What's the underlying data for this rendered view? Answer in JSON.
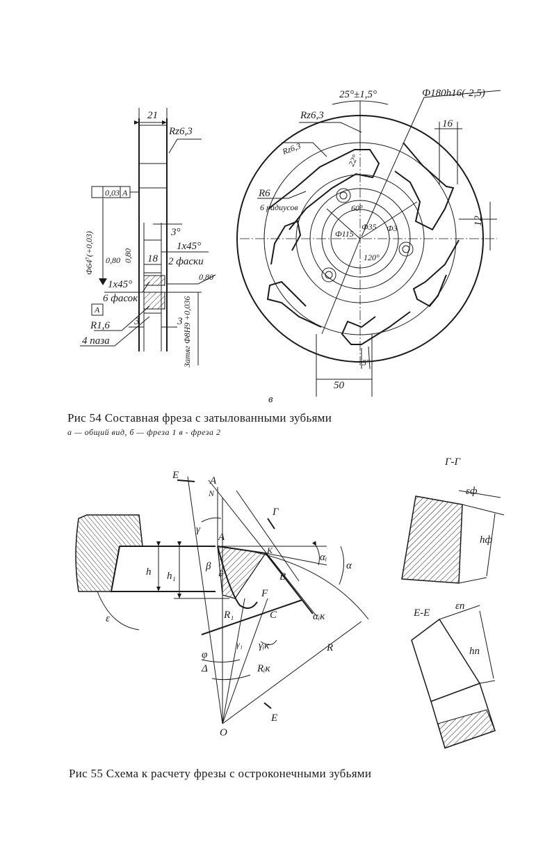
{
  "figure54": {
    "caption": "Рис 54 Составная фреза с затылованными зубьями",
    "subcaption": "а — общий вид, б — фреза 1 в - фреза 2",
    "part_label": "в",
    "side_view": {
      "dim_width": "21",
      "roughness_top": "Rz6,3",
      "tolerance_frame": "0,03",
      "datum_ref": "A",
      "diameter_left": "Ф64⁷(+0,03)",
      "angle": "3°",
      "chamfer_1": "1х45°",
      "chamfer_1_note": "2 фаски",
      "dim_18": "18",
      "r080_a": "0,80",
      "r080_b": "0,80",
      "r080_c": "0,80",
      "chamfer_2": "1х45°",
      "chamfer_2_note": "6 фасок",
      "datum_box": "A",
      "roughness_r16": "R1,6",
      "grooves": "4 паза",
      "dim_3a": "3",
      "dim_3b": "3",
      "bore_note": "Затяг Ф8H9 +0,036"
    },
    "front_view": {
      "angle_top": "25°±1,5°",
      "diameter_outer": "Ф180h16(-2,5)",
      "roughness_a": "Rz6,3",
      "roughness_b": "Rz6,3",
      "dim_16": "16",
      "angle_22": "22°",
      "r6_label": "R6",
      "radius_note": "6 радиусов",
      "dim_12": "12",
      "dim_50": "50",
      "dim_5": "5°",
      "dia_inner_a": "Ф115",
      "dia_inner_b": "Ф35",
      "dia_inner_c": "Ф3",
      "angle_120": "120°",
      "angle_60": "60°"
    }
  },
  "figure55": {
    "caption": "Рис 55 Схема к расчету фрезы с остроконечными зубьями",
    "section_gg": "Г-Г",
    "section_ee": "Е-Е",
    "labels": {
      "E_top": "Е",
      "A_top": "А",
      "N": "N",
      "G": "Г",
      "gamma": "γ",
      "A": "А",
      "K": "K",
      "beta": "β",
      "E_pt": "Е",
      "B": "В",
      "F": "F",
      "C": "С",
      "h": "h",
      "h1": "h₁",
      "R1": "R₁",
      "R": "R",
      "alpha_i": "αᵢ",
      "alpha": "α",
      "alpha_ik": "αᵢк",
      "gamma_ik": "γᵢк",
      "gamma1": "γ₁",
      "phi": "φ",
      "delta": "Δ",
      "Rik": "Rᵢк",
      "E_bottom": "Е",
      "O": "О",
      "epsilon": "ε",
      "eps_f": "εф",
      "h_f": "hф",
      "eps_p": "εп",
      "h_p": "hп"
    }
  }
}
